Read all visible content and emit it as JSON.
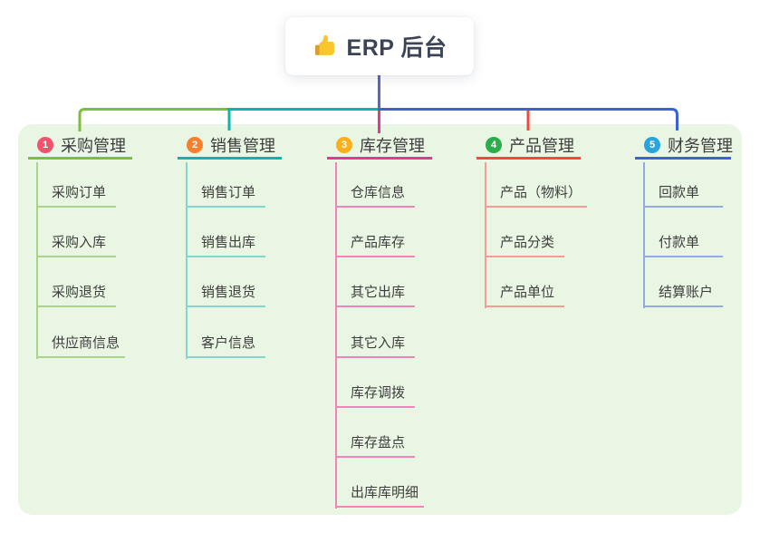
{
  "root": {
    "label": "ERP 后台",
    "icon": "thumbs-up-icon"
  },
  "branches": [
    {
      "badge": "1",
      "label": "采购管理",
      "badge_color": "#F4516C",
      "line_color": "#7CBE41",
      "child_line_color": "#A9D489",
      "children": [
        "采购订单",
        "采购入库",
        "采购退货",
        "供应商信息"
      ]
    },
    {
      "badge": "2",
      "label": "销售管理",
      "badge_color": "#F8802D",
      "line_color": "#10B4AC",
      "child_line_color": "#85D6CF",
      "children": [
        "销售订单",
        "销售出库",
        "销售退货",
        "客户信息"
      ]
    },
    {
      "badge": "3",
      "label": "库存管理",
      "badge_color": "#FAAF1B",
      "line_color": "#E13A90",
      "child_line_color": "#F283BD",
      "children": [
        "仓库信息",
        "产品库存",
        "其它出库",
        "其它入库",
        "库存调拨",
        "库存盘点",
        "出库库明细"
      ]
    },
    {
      "badge": "4",
      "label": "产品管理",
      "badge_color": "#2BAE4A",
      "line_color": "#F4473D",
      "child_line_color": "#F89B92",
      "children": [
        "产品（物料）",
        "产品分类",
        "产品单位"
      ]
    },
    {
      "badge": "5",
      "label": "财务管理",
      "badge_color": "#28A4DF",
      "line_color": "#3B63D3",
      "child_line_color": "#94AAE4",
      "children": [
        "回款单",
        "付款单",
        "结算账户"
      ]
    }
  ],
  "colors": {
    "trunk": "#5565D2",
    "panel_background": "#E9F6E3",
    "root_background": "#FFFFFF",
    "root_text": "#3C4454",
    "branch_text": "#3D3D3D",
    "child_text": "#3E3E3E"
  }
}
